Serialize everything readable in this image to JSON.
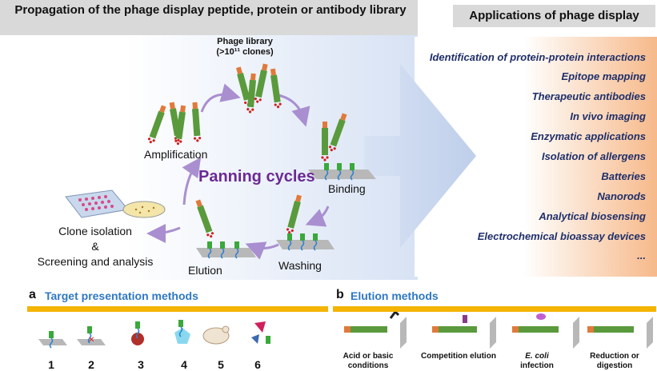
{
  "left_panel": {
    "title": "Propagation of the phage display peptide, protein or antibody library",
    "phage_library": "Phage library",
    "phage_library_count": "(>10¹¹ clones)",
    "panning_label": "Panning cycles",
    "steps": {
      "amplification": "Amplification",
      "binding": "Binding",
      "washing": "Washing",
      "elution": "Elution",
      "clone_line1": "Clone isolation",
      "clone_line2": "&",
      "clone_line3": "Screening and analysis"
    }
  },
  "right_panel": {
    "title": "Applications of phage display",
    "applications": [
      "Identification of protein-protein interactions",
      "Epitope mapping",
      "Therapeutic antibodies",
      "In vivo imaging",
      "Enzymatic applications",
      "Isolation of allergens",
      "Batteries",
      "Nanorods",
      "Analytical biosensing",
      "Electrochemical bioassay devices",
      "..."
    ]
  },
  "section_a": {
    "letter": "a",
    "title": "Target presentation methods",
    "numbers": [
      "1",
      "2",
      "3",
      "4",
      "5",
      "6"
    ]
  },
  "section_b": {
    "letter": "b",
    "title": "Elution methods",
    "methods": {
      "m1_line1": "Acid or basic",
      "m1_line2": "conditions",
      "m2": "Competition elution",
      "m3_line1": "E. coli",
      "m3_line2": "infection",
      "m4_line1": "Reduction or",
      "m4_line2": "digestion"
    }
  },
  "colors": {
    "phage_body": "#5a9a3c",
    "phage_head": "#e07a3a",
    "cycle_arrow": "#a98fd0",
    "bar": "#f4b400",
    "app_text": "#1f2f6a",
    "panning_text": "#6a2a93"
  }
}
